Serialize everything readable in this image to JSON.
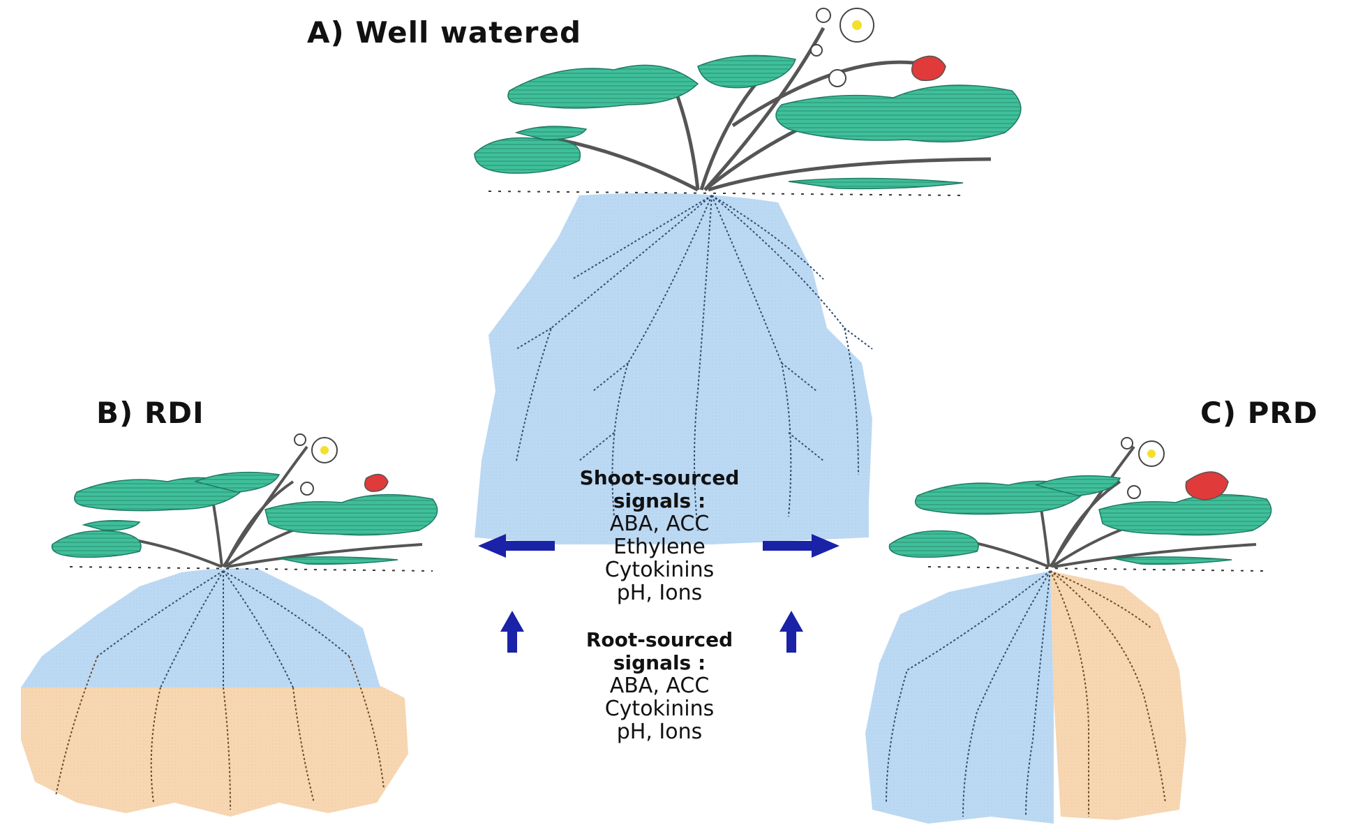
{
  "panels": {
    "well_watered": {
      "label": "A) Well watered"
    },
    "rdi": {
      "label": "B) RDI"
    },
    "prd": {
      "label": "C) PRD"
    }
  },
  "signals": {
    "shoot": {
      "heading_1": "Shoot-sourced",
      "heading_2": "signals :",
      "items": [
        "ABA, ACC",
        "Ethylene",
        "Cytokinins",
        "pH, Ions"
      ]
    },
    "root": {
      "heading_1": "Root-sourced",
      "heading_2": "signals :",
      "items": [
        "ABA, ACC",
        "Cytokinins",
        "pH, Ions"
      ]
    }
  },
  "colors": {
    "leaf": "#3fbf9a",
    "leaf_dark": "#1f7a63",
    "wet_soil": "#bcd9f3",
    "dry_soil": "#f7d6b2",
    "root_wet": "#2f4f6f",
    "root_dry": "#6b4b2a",
    "fruit": "#e03a3a",
    "flower_center": "#f2e02c",
    "arrow": "#1a22a8"
  }
}
